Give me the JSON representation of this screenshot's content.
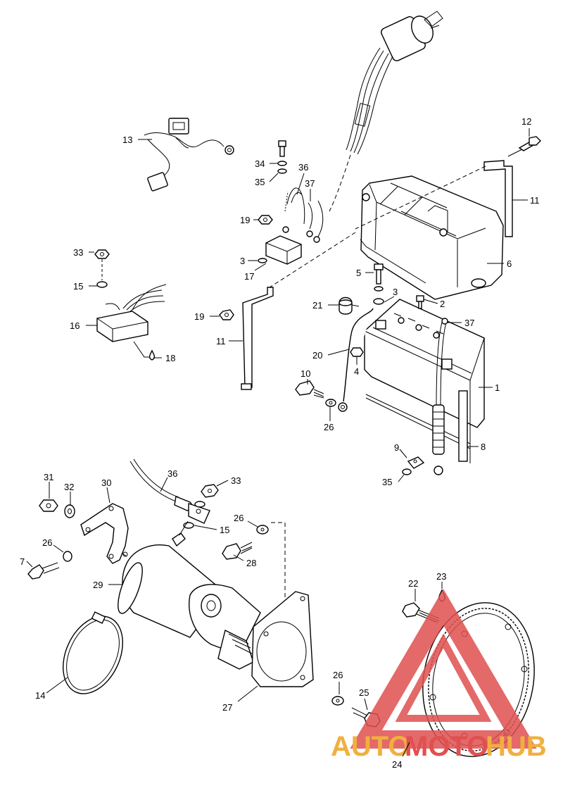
{
  "callouts": [
    {
      "id": "c12",
      "text": "12"
    },
    {
      "id": "c11a",
      "text": "11"
    },
    {
      "id": "c13",
      "text": "13"
    },
    {
      "id": "c34",
      "text": "34"
    },
    {
      "id": "c36a",
      "text": "36"
    },
    {
      "id": "c35a",
      "text": "35"
    },
    {
      "id": "c37a",
      "text": "37"
    },
    {
      "id": "c19a",
      "text": "19"
    },
    {
      "id": "c33a",
      "text": "33"
    },
    {
      "id": "c3a",
      "text": "3"
    },
    {
      "id": "c17",
      "text": "17"
    },
    {
      "id": "c6",
      "text": "6"
    },
    {
      "id": "c15a",
      "text": "15"
    },
    {
      "id": "c5",
      "text": "5"
    },
    {
      "id": "c3b",
      "text": "3"
    },
    {
      "id": "c21",
      "text": "21"
    },
    {
      "id": "c2",
      "text": "2"
    },
    {
      "id": "c19b",
      "text": "19"
    },
    {
      "id": "c37b",
      "text": "37"
    },
    {
      "id": "c16",
      "text": "16"
    },
    {
      "id": "c11b",
      "text": "11"
    },
    {
      "id": "c18",
      "text": "18"
    },
    {
      "id": "c20",
      "text": "20"
    },
    {
      "id": "c4",
      "text": "4"
    },
    {
      "id": "c1",
      "text": "1"
    },
    {
      "id": "c10",
      "text": "10"
    },
    {
      "id": "c26a",
      "text": "26"
    },
    {
      "id": "c8",
      "text": "8"
    },
    {
      "id": "c9",
      "text": "9"
    },
    {
      "id": "c35b",
      "text": "35"
    },
    {
      "id": "c31",
      "text": "31"
    },
    {
      "id": "c32",
      "text": "32"
    },
    {
      "id": "c30",
      "text": "30"
    },
    {
      "id": "c36b",
      "text": "36"
    },
    {
      "id": "c33b",
      "text": "33"
    },
    {
      "id": "c26b",
      "text": "26"
    },
    {
      "id": "c15b",
      "text": "15"
    },
    {
      "id": "c26c",
      "text": "26"
    },
    {
      "id": "c7",
      "text": "7"
    },
    {
      "id": "c28",
      "text": "28"
    },
    {
      "id": "c29",
      "text": "29"
    },
    {
      "id": "c22",
      "text": "22"
    },
    {
      "id": "c23",
      "text": "23"
    },
    {
      "id": "c14",
      "text": "14"
    },
    {
      "id": "c26d",
      "text": "26"
    },
    {
      "id": "c25",
      "text": "25"
    },
    {
      "id": "c27",
      "text": "27"
    },
    {
      "id": "c24",
      "text": "24"
    }
  ],
  "watermark": {
    "text_a": "AUTO",
    "text_b": "MOTO",
    "text_c": "HUB",
    "color_primary": "#e05050",
    "color_secondary": "#f0b040"
  }
}
